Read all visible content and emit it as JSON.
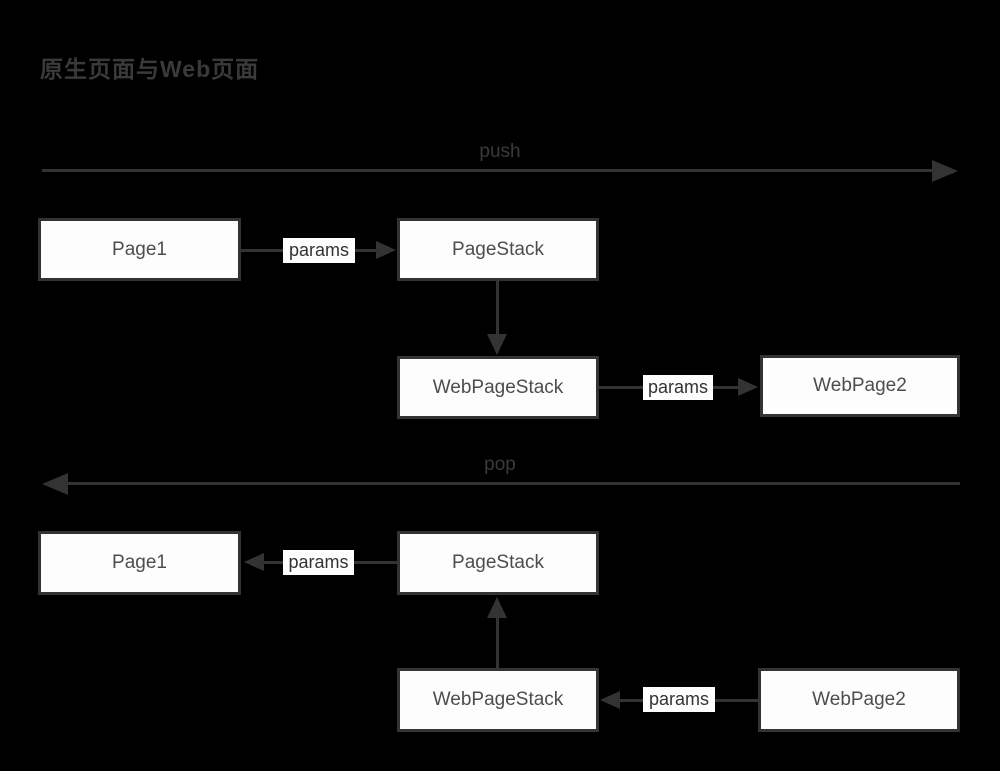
{
  "title": "原生页面与Web页面",
  "colors": {
    "background": "#000000",
    "line": "#333333",
    "box_fill": "#fdfdfd",
    "box_border": "#333333",
    "box_text": "#4d4d4d",
    "muted_text": "#3a3a3a"
  },
  "push": {
    "label": "push",
    "nodes": {
      "page1": "Page1",
      "pagestack": "PageStack",
      "webpagestack": "WebPageStack",
      "webpage2": "WebPage2"
    },
    "edges": {
      "page1_to_pagestack": "params",
      "webpagestack_to_webpage2": "params"
    }
  },
  "pop": {
    "label": "pop",
    "nodes": {
      "page1": "Page1",
      "pagestack": "PageStack",
      "webpagestack": "WebPageStack",
      "webpage2": "WebPage2"
    },
    "edges": {
      "pagestack_to_page1": "params",
      "webpage2_to_webpagestack": "params"
    }
  }
}
